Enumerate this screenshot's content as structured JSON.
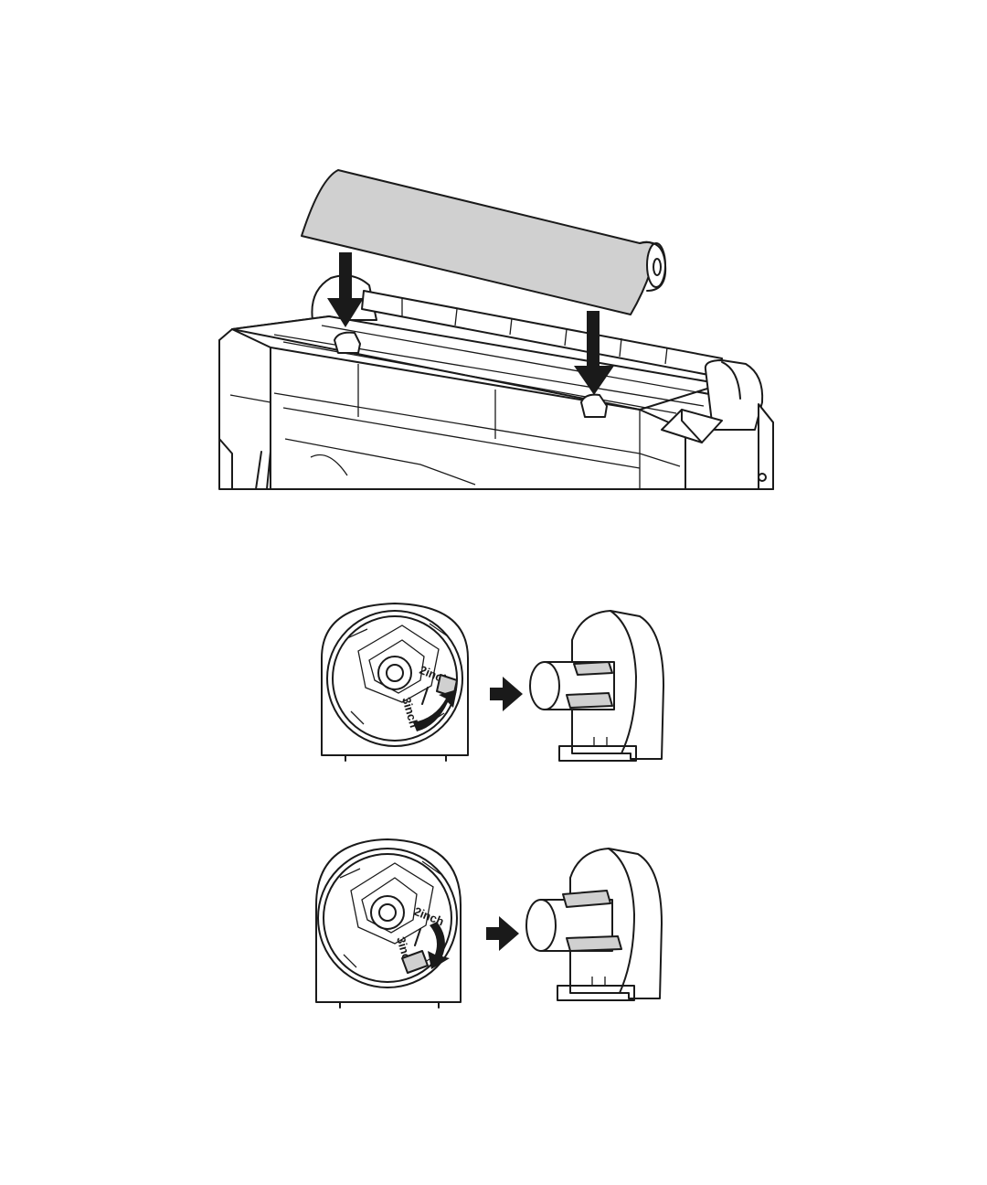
{
  "illustration": {
    "printer_panel": {
      "subject": "printer-roll-loading"
    },
    "adapter_2inch": {
      "size_label_small": "2inch",
      "size_label_large": "3inch",
      "selected": "2inch"
    },
    "adapter_3inch": {
      "size_label_small": "2inch",
      "size_label_large": "3inch",
      "selected": "3inch"
    },
    "colors": {
      "line": "#1a1a1a",
      "fill_gray": "#d0d0d0",
      "background": "#ffffff"
    }
  }
}
